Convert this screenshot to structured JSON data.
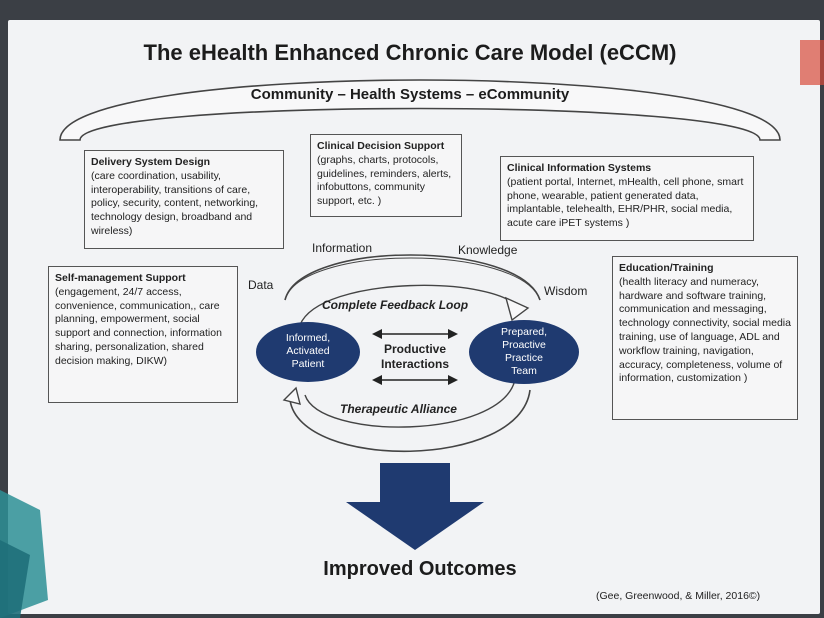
{
  "title": "The eHealth Enhanced Chronic Care Model (eCCM)",
  "community": "Community – Health Systems – eCommunity",
  "boxes": {
    "delivery": {
      "heading": "Delivery System Design",
      "body": "(care coordination, usability, interoperability, transitions of care, policy, security, content, networking, technology design, broadband and wireless)"
    },
    "decision": {
      "heading": "Clinical Decision Support",
      "body": "(graphs, charts, protocols, guidelines, reminders, alerts, infobuttons, community support, etc. )"
    },
    "info_systems": {
      "heading": "Clinical Information Systems",
      "body": "(patient portal, Internet, mHealth, cell phone, smart phone, wearable, patient generated data, implantable, telehealth, EHR/PHR, social media, acute care iPET systems )"
    },
    "self_mgmt": {
      "heading": "Self-management Support",
      "body": "(engagement, 24/7 access, convenience, communication,, care planning, empowerment, social support and connection, information sharing, personalization, shared decision making, DIKW)"
    },
    "education": {
      "heading": "Education/Training",
      "body": "(health literacy and numeracy, hardware and software training, communication and messaging, technology connectivity, social media training, use of language, ADL and workflow training, navigation, accuracy, completeness, volume of information, customization )"
    }
  },
  "labels": {
    "data": "Data",
    "information": "Information",
    "knowledge": "Knowledge",
    "wisdom": "Wisdom",
    "feedback_loop": "Complete Feedback Loop",
    "therapeutic": "Therapeutic Alliance",
    "productive": "Productive Interactions"
  },
  "patient": {
    "line1": "Informed,",
    "line2": "Activated",
    "line3": "Patient"
  },
  "team": {
    "line1": "Prepared,",
    "line2": "Proactive",
    "line3": "Practice",
    "line4": "Team"
  },
  "outcomes": "Improved Outcomes",
  "citation": "(Gee, Greenwood, & Miller, 2016©)",
  "colors": {
    "navy": "#1f3a70",
    "slide": "#f2f3f5",
    "teal": "#2e8f95"
  }
}
